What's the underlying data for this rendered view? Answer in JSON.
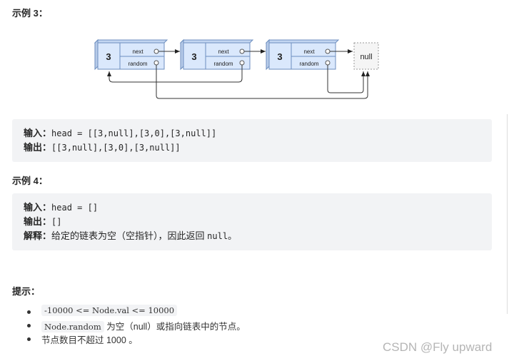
{
  "example3": {
    "title": "示例 3：",
    "input_label": "输入：",
    "input": "head = [[3,null],[3,0],[3,null]]",
    "output_label": "输出：",
    "output": "[[3,null],[3,0],[3,null]]"
  },
  "diagram": {
    "nodes": [
      {
        "val": "3",
        "next": "next",
        "random": "random"
      },
      {
        "val": "3",
        "next": "next",
        "random": "random"
      },
      {
        "val": "3",
        "next": "next",
        "random": "random"
      }
    ],
    "null_label": "null"
  },
  "example4": {
    "title": "示例 4：",
    "input_label": "输入：",
    "input": "head = []",
    "output_label": "输出：",
    "output": "[]",
    "explain_label": "解释：",
    "explain": "给定的链表为空（空指针），因此返回 ",
    "explain_code": "null",
    "explain_end": "。"
  },
  "hints": {
    "title": "提示：",
    "items": [
      {
        "code": "-10000 <= Node.val <= 10000",
        "text": ""
      },
      {
        "code": "Node.random",
        "text": " 为空（null）或指向链表中的节点。"
      },
      {
        "code": "",
        "text": "节点数目不超过 1000 。"
      }
    ]
  },
  "watermark": "CSDN @Fly upward"
}
